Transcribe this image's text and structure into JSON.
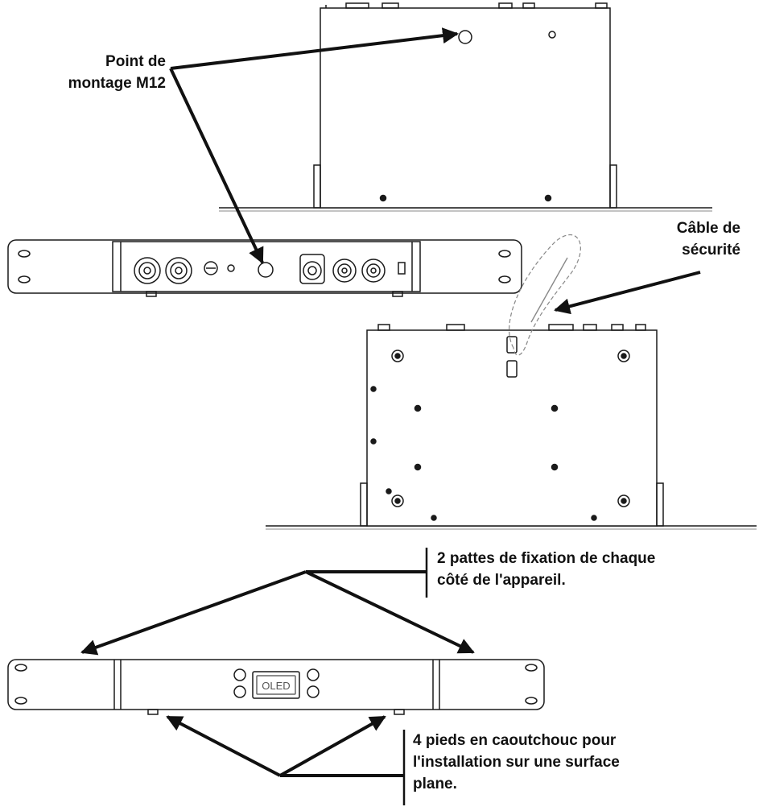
{
  "labels": {
    "mounting_point": [
      "Point de",
      "montage M12"
    ],
    "safety_cable": [
      "Câble de",
      "sécurité"
    ],
    "brackets": [
      "2 pattes de fixation de chaque",
      "côté de l'appareil."
    ],
    "rubber_feet": [
      "4 pieds en caoutchouc pour",
      "l'installation sur une surface",
      "plane."
    ]
  },
  "display": {
    "screen_label": "OLED"
  },
  "colors": {
    "line": "#1a1a1a",
    "arrow": "#111111",
    "light_line": "#777777",
    "background": "#ffffff"
  }
}
